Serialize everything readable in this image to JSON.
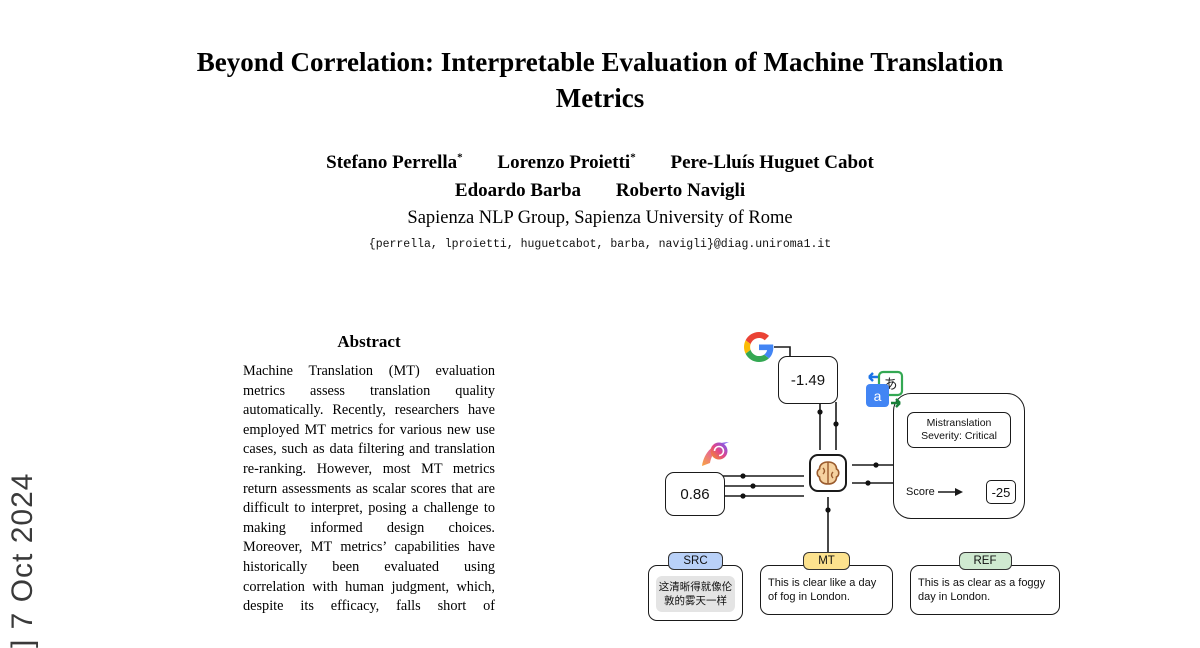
{
  "arxiv_strip": {
    "text": "] 7 Oct 2024"
  },
  "paper": {
    "title_line1": "Beyond Correlation: Interpretable Evaluation of Machine Translation",
    "title_line2": "Metrics"
  },
  "authors": {
    "row1": [
      {
        "name": "Stefano Perrella",
        "mark": "*"
      },
      {
        "name": "Lorenzo Proietti",
        "mark": "*"
      },
      {
        "name": "Pere-Lluís Huguet Cabot",
        "mark": ""
      }
    ],
    "row2": [
      {
        "name": "Edoardo Barba",
        "mark": ""
      },
      {
        "name": "Roberto Navigli",
        "mark": ""
      }
    ],
    "affiliation": "Sapienza NLP Group, Sapienza University of Rome",
    "email": "{perrella, lproietti, huguetcabot, barba, navigli}@diag.uniroma1.it"
  },
  "abstract": {
    "heading": "Abstract",
    "text": "Machine Translation (MT) evaluation metrics assess translation quality automatically. Recently, researchers have employed MT metrics for various new use cases, such as data filtering and translation re-ranking. However, most MT metrics return assessments as scalar scores that are difficult to interpret, posing a challenge to making informed design choices. Moreover, MT metrics’ capabilities have historically been evaluated using correlation with human judgment, which, despite its efficacy, falls short of"
  },
  "figure": {
    "google_metric": {
      "icon": "google-logo",
      "score": "-1.49"
    },
    "comet_metric": {
      "icon": "comet-logo",
      "score": "0.86"
    },
    "gemba": {
      "icon": "google-translate-logo",
      "error_type": "Mistranslation",
      "severity": "Severity: Critical",
      "score_label": "Score",
      "score_value": "-25"
    },
    "chip_icon": "brain-chip",
    "translate_chars": {
      "back": "あ",
      "front": "a"
    },
    "cards": [
      {
        "tag": "SRC",
        "text": "这清晰得就像伦敦的雾天一样",
        "color": "#b9d1f8"
      },
      {
        "tag": "MT",
        "text": "This is clear like a day of fog in London.",
        "color": "#fce28e"
      },
      {
        "tag": "REF",
        "text": "This is as clear as a foggy day in London.",
        "color": "#cfe9d0"
      }
    ]
  }
}
